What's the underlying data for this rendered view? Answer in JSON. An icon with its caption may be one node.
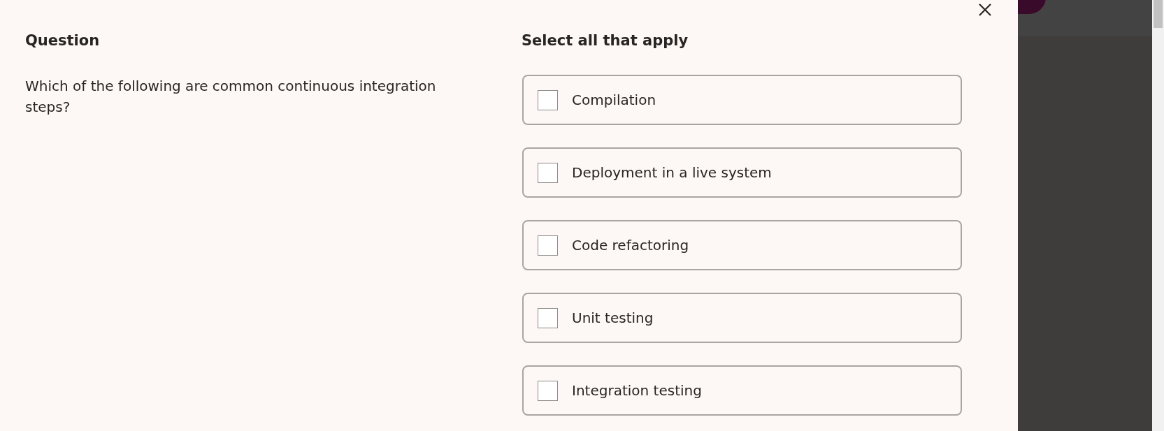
{
  "diagram": {
    "nodes": [
      {
        "text": [
          "Compilation"
        ]
      },
      {
        "text": [
          "Deployment in a live system"
        ]
      },
      {
        "text": [
          "Code refactoring"
        ]
      },
      {
        "text": [
          "Unit testing"
        ]
      },
      {
        "text": [
          "Integration testing"
        ]
      }
    ],
    "labels": [
      "Question",
      "Which of the following are common continuous integration steps?",
      "Select all that apply"
    ]
  }
}
